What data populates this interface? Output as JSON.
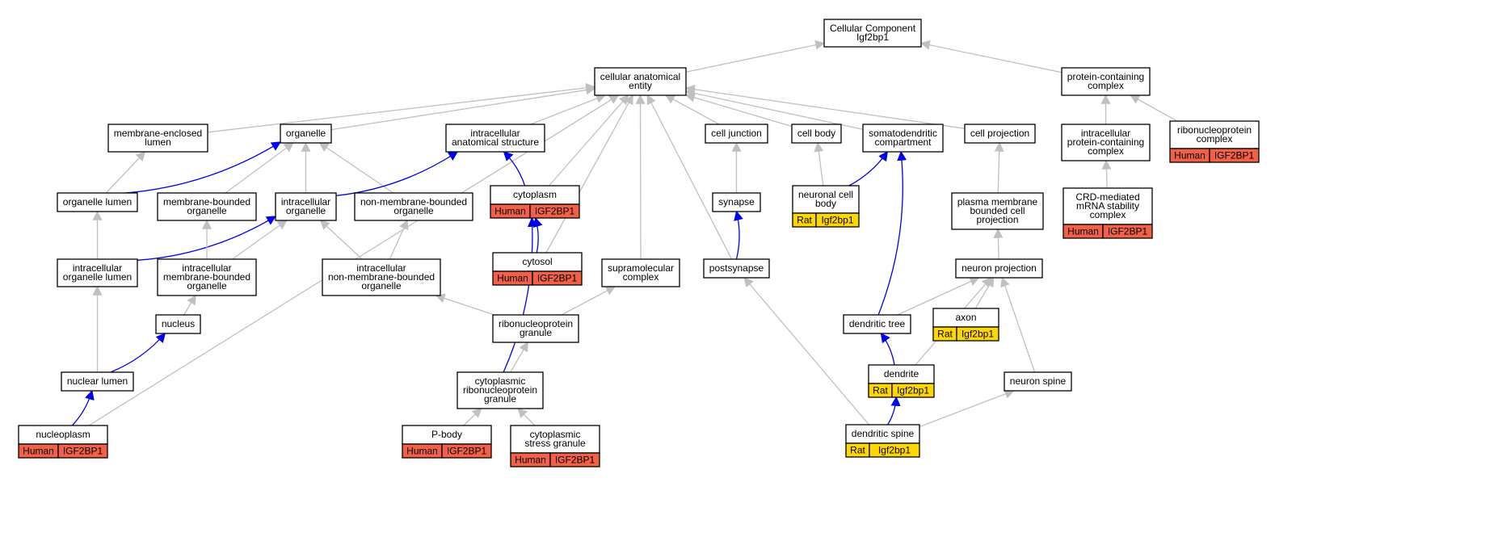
{
  "colors": {
    "edge_default": "#c0c0c0",
    "edge_highlight": "#0000ee",
    "human": "#f26047",
    "rat": "#ffd700",
    "node_border": "#000000",
    "node_fill": "#ffffff"
  },
  "nodes": [
    {
      "id": "cc",
      "lines": [
        "Cellular Component",
        "Igf2bp1"
      ]
    },
    {
      "id": "cae",
      "lines": [
        "cellular anatomical",
        "entity"
      ]
    },
    {
      "id": "pcc",
      "lines": [
        "protein-containing",
        "complex"
      ]
    },
    {
      "id": "mel",
      "lines": [
        "membrane-enclosed",
        "lumen"
      ]
    },
    {
      "id": "org",
      "lines": [
        "organelle"
      ]
    },
    {
      "id": "ias",
      "lines": [
        "intracellular",
        "anatomical structure"
      ]
    },
    {
      "id": "cj",
      "lines": [
        "cell junction"
      ]
    },
    {
      "id": "cb",
      "lines": [
        "cell body"
      ]
    },
    {
      "id": "sdc",
      "lines": [
        "somatodendritic",
        "compartment"
      ]
    },
    {
      "id": "cp",
      "lines": [
        "cell projection"
      ]
    },
    {
      "id": "ipcc",
      "lines": [
        "intracellular",
        "protein-containing",
        "complex"
      ]
    },
    {
      "id": "rnpc",
      "lines": [
        "ribonucleoprotein",
        "complex"
      ],
      "tags": [
        {
          "species": "Human",
          "gene": "IGF2BP1"
        }
      ]
    },
    {
      "id": "ol",
      "lines": [
        "organelle lumen"
      ]
    },
    {
      "id": "mbo",
      "lines": [
        "membrane-bounded",
        "organelle"
      ]
    },
    {
      "id": "io",
      "lines": [
        "intracellular",
        "organelle"
      ]
    },
    {
      "id": "nmbo",
      "lines": [
        "non-membrane-bounded",
        "organelle"
      ]
    },
    {
      "id": "cyto",
      "lines": [
        "cytoplasm"
      ],
      "tags": [
        {
          "species": "Human",
          "gene": "IGF2BP1"
        }
      ]
    },
    {
      "id": "syn",
      "lines": [
        "synapse"
      ]
    },
    {
      "id": "ncb",
      "lines": [
        "neuronal cell",
        "body"
      ],
      "tags": [
        {
          "species": "Rat",
          "gene": "Igf2bp1"
        }
      ]
    },
    {
      "id": "pmbcp",
      "lines": [
        "plasma membrane",
        "bounded cell",
        "projection"
      ]
    },
    {
      "id": "crd",
      "lines": [
        "CRD-mediated",
        "mRNA stability",
        "complex"
      ],
      "tags": [
        {
          "species": "Human",
          "gene": "IGF2BP1"
        }
      ]
    },
    {
      "id": "iol",
      "lines": [
        "intracellular",
        "organelle lumen"
      ]
    },
    {
      "id": "imbo",
      "lines": [
        "intracellular",
        "membrane-bounded",
        "organelle"
      ]
    },
    {
      "id": "inmbo",
      "lines": [
        "intracellular",
        "non-membrane-bounded",
        "organelle"
      ]
    },
    {
      "id": "cytosol",
      "lines": [
        "cytosol"
      ],
      "tags": [
        {
          "species": "Human",
          "gene": "IGF2BP1"
        }
      ]
    },
    {
      "id": "smc",
      "lines": [
        "supramolecular",
        "complex"
      ]
    },
    {
      "id": "psyn",
      "lines": [
        "postsynapse"
      ]
    },
    {
      "id": "np",
      "lines": [
        "neuron projection"
      ]
    },
    {
      "id": "nuc",
      "lines": [
        "nucleus"
      ]
    },
    {
      "id": "rnpg",
      "lines": [
        "ribonucleoprotein",
        "granule"
      ]
    },
    {
      "id": "dt",
      "lines": [
        "dendritic tree"
      ]
    },
    {
      "id": "axon",
      "lines": [
        "axon"
      ],
      "tags": [
        {
          "species": "Rat",
          "gene": "Igf2bp1"
        }
      ]
    },
    {
      "id": "nl",
      "lines": [
        "nuclear lumen"
      ]
    },
    {
      "id": "crnpg",
      "lines": [
        "cytoplasmic",
        "ribonucleoprotein",
        "granule"
      ]
    },
    {
      "id": "dend",
      "lines": [
        "dendrite"
      ],
      "tags": [
        {
          "species": "Rat",
          "gene": "Igf2bp1"
        }
      ]
    },
    {
      "id": "nspine",
      "lines": [
        "neuron spine"
      ]
    },
    {
      "id": "nplasm",
      "lines": [
        "nucleoplasm"
      ],
      "tags": [
        {
          "species": "Human",
          "gene": "IGF2BP1"
        }
      ]
    },
    {
      "id": "pbody",
      "lines": [
        "P-body"
      ],
      "tags": [
        {
          "species": "Human",
          "gene": "IGF2BP1"
        }
      ]
    },
    {
      "id": "csg",
      "lines": [
        "cytoplasmic",
        "stress granule"
      ],
      "tags": [
        {
          "species": "Human",
          "gene": "IGF2BP1"
        }
      ]
    },
    {
      "id": "dspine",
      "lines": [
        "dendritic spine"
      ],
      "tags": [
        {
          "species": "Rat",
          "gene": "Igf2bp1"
        }
      ]
    }
  ],
  "edges": [
    {
      "from": "cae",
      "to": "cc",
      "kind": "is_a"
    },
    {
      "from": "pcc",
      "to": "cc",
      "kind": "is_a"
    },
    {
      "from": "mel",
      "to": "cae",
      "kind": "is_a"
    },
    {
      "from": "org",
      "to": "cae",
      "kind": "is_a"
    },
    {
      "from": "ias",
      "to": "cae",
      "kind": "is_a"
    },
    {
      "from": "cj",
      "to": "cae",
      "kind": "is_a"
    },
    {
      "from": "cb",
      "to": "cae",
      "kind": "is_a"
    },
    {
      "from": "sdc",
      "to": "cae",
      "kind": "is_a"
    },
    {
      "from": "cp",
      "to": "cae",
      "kind": "is_a"
    },
    {
      "from": "cyto",
      "to": "cae",
      "kind": "is_a"
    },
    {
      "from": "cytosol",
      "to": "cae",
      "kind": "is_a"
    },
    {
      "from": "smc",
      "to": "cae",
      "kind": "is_a"
    },
    {
      "from": "psyn",
      "to": "cae",
      "kind": "is_a"
    },
    {
      "from": "nplasm",
      "to": "cae",
      "kind": "is_a"
    },
    {
      "from": "ipcc",
      "to": "pcc",
      "kind": "is_a"
    },
    {
      "from": "rnpc",
      "to": "pcc",
      "kind": "is_a"
    },
    {
      "from": "crd",
      "to": "ipcc",
      "kind": "is_a"
    },
    {
      "from": "ol",
      "to": "mel",
      "kind": "is_a"
    },
    {
      "from": "ol",
      "to": "org",
      "kind": "part_of"
    },
    {
      "from": "mbo",
      "to": "org",
      "kind": "is_a"
    },
    {
      "from": "io",
      "to": "org",
      "kind": "is_a"
    },
    {
      "from": "nmbo",
      "to": "org",
      "kind": "is_a"
    },
    {
      "from": "io",
      "to": "ias",
      "kind": "part_of"
    },
    {
      "from": "cyto",
      "to": "ias",
      "kind": "part_of"
    },
    {
      "from": "iol",
      "to": "ol",
      "kind": "is_a"
    },
    {
      "from": "iol",
      "to": "io",
      "kind": "part_of"
    },
    {
      "from": "imbo",
      "to": "mbo",
      "kind": "is_a"
    },
    {
      "from": "imbo",
      "to": "io",
      "kind": "is_a"
    },
    {
      "from": "inmbo",
      "to": "io",
      "kind": "is_a"
    },
    {
      "from": "inmbo",
      "to": "nmbo",
      "kind": "is_a"
    },
    {
      "from": "cytosol",
      "to": "cyto",
      "kind": "part_of"
    },
    {
      "from": "crnpg",
      "to": "cyto",
      "kind": "part_of"
    },
    {
      "from": "syn",
      "to": "cj",
      "kind": "is_a"
    },
    {
      "from": "psyn",
      "to": "syn",
      "kind": "part_of"
    },
    {
      "from": "ncb",
      "to": "cb",
      "kind": "is_a"
    },
    {
      "from": "ncb",
      "to": "sdc",
      "kind": "part_of"
    },
    {
      "from": "dt",
      "to": "sdc",
      "kind": "part_of"
    },
    {
      "from": "pmbcp",
      "to": "cp",
      "kind": "is_a"
    },
    {
      "from": "np",
      "to": "pmbcp",
      "kind": "is_a"
    },
    {
      "from": "nuc",
      "to": "imbo",
      "kind": "is_a"
    },
    {
      "from": "nl",
      "to": "iol",
      "kind": "is_a"
    },
    {
      "from": "nl",
      "to": "nuc",
      "kind": "part_of"
    },
    {
      "from": "nplasm",
      "to": "nl",
      "kind": "part_of"
    },
    {
      "from": "rnpg",
      "to": "inmbo",
      "kind": "is_a"
    },
    {
      "from": "rnpg",
      "to": "smc",
      "kind": "is_a"
    },
    {
      "from": "crnpg",
      "to": "rnpg",
      "kind": "is_a"
    },
    {
      "from": "pbody",
      "to": "crnpg",
      "kind": "is_a"
    },
    {
      "from": "csg",
      "to": "crnpg",
      "kind": "is_a"
    },
    {
      "from": "dt",
      "to": "np",
      "kind": "is_a"
    },
    {
      "from": "axon",
      "to": "np",
      "kind": "is_a"
    },
    {
      "from": "dend",
      "to": "np",
      "kind": "is_a"
    },
    {
      "from": "nspine",
      "to": "np",
      "kind": "is_a"
    },
    {
      "from": "dend",
      "to": "dt",
      "kind": "part_of"
    },
    {
      "from": "dspine",
      "to": "dend",
      "kind": "part_of"
    },
    {
      "from": "dspine",
      "to": "nspine",
      "kind": "is_a"
    },
    {
      "from": "dspine",
      "to": "psyn",
      "kind": "is_a"
    }
  ]
}
